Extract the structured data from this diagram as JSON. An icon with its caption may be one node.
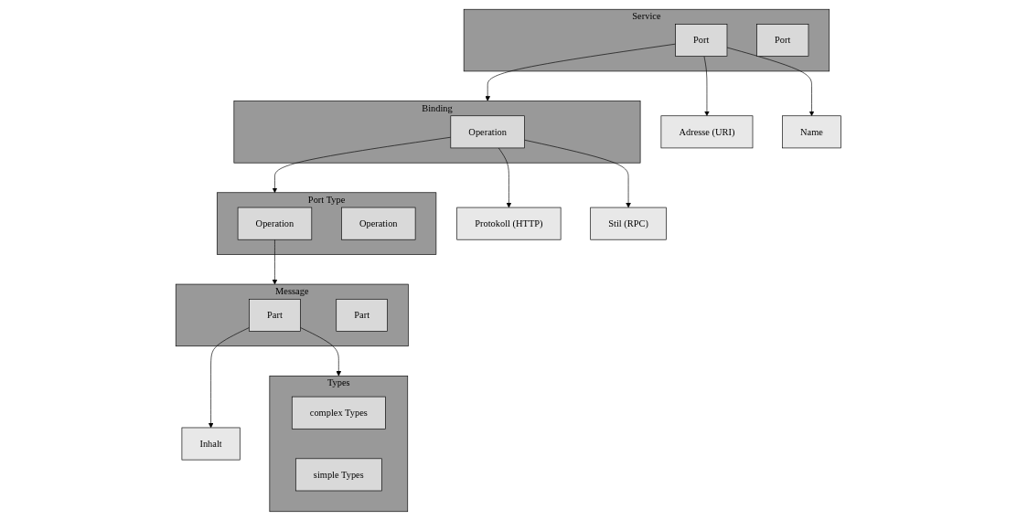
{
  "diagram": {
    "nodes": [
      {
        "text": [
          "Service"
        ]
      },
      {
        "text": [
          "Port"
        ],
        "in": 0
      },
      {
        "text": [
          "Port"
        ],
        "in": 0
      },
      {
        "text": [
          "Binding"
        ]
      },
      {
        "text": [
          "Operation"
        ],
        "in": 3
      },
      {
        "text": [
          "Adresse (URI)"
        ]
      },
      {
        "text": [
          "Name"
        ]
      },
      {
        "text": [
          "Port Type"
        ]
      },
      {
        "text": [
          "Operation"
        ],
        "in": 7
      },
      {
        "text": [
          "Operation"
        ],
        "in": 7
      },
      {
        "text": [
          "Protokoll (HTTP)"
        ]
      },
      {
        "text": [
          "Stil (RPC)"
        ]
      },
      {
        "text": [
          "Message"
        ]
      },
      {
        "text": [
          "Part"
        ],
        "in": 12
      },
      {
        "text": [
          "Part"
        ],
        "in": 12
      },
      {
        "text": [
          "Types"
        ]
      },
      {
        "text": [
          "complex Types"
        ],
        "in": 15
      },
      {
        "text": [
          "simple Types"
        ],
        "in": 15
      },
      {
        "text": [
          "Inhalt"
        ]
      }
    ],
    "edges": [
      {
        "from": 1,
        "to": 3,
        "arrow": "to"
      },
      {
        "from": 1,
        "to": 5,
        "arrow": "to"
      },
      {
        "from": 1,
        "to": 6,
        "arrow": "to"
      },
      {
        "from": 4,
        "to": 7,
        "arrow": "to"
      },
      {
        "from": 4,
        "to": 10,
        "arrow": "to"
      },
      {
        "from": 4,
        "to": 11,
        "arrow": "to"
      },
      {
        "from": 8,
        "to": 12,
        "arrow": "to"
      },
      {
        "from": 13,
        "to": 15,
        "arrow": "to"
      },
      {
        "from": 13,
        "to": 18,
        "arrow": "to"
      }
    ]
  }
}
